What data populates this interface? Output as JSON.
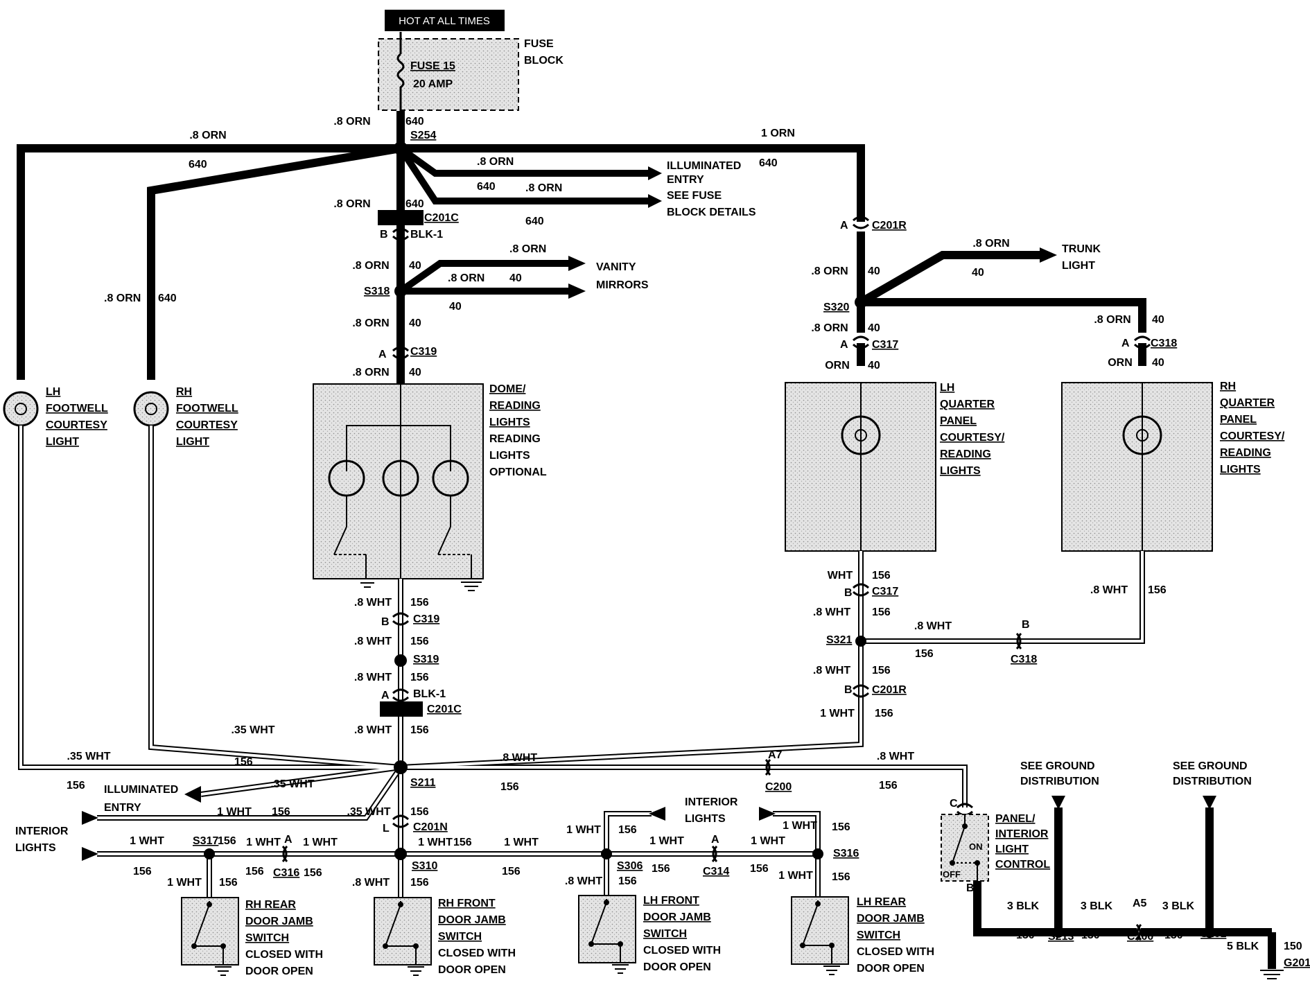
{
  "top": {
    "hot_label": "HOT AT ALL TIMES",
    "fuse_name": "FUSE 15",
    "fuse_rating": "20 AMP",
    "fuse_block": [
      "FUSE",
      "BLOCK"
    ]
  },
  "splices": {
    "s254": "S254",
    "s318": "S318",
    "s320": "S320",
    "s321": "S321",
    "s319": "S319",
    "s211": "S211",
    "s310": "S310",
    "s306": "S306",
    "s316": "S316",
    "s317": "S317",
    "s213": "S213",
    "s201": "S201"
  },
  "connectors": {
    "c201c": "C201C",
    "c201r": "C201R",
    "c319": "C319",
    "c317": "C317",
    "c318": "C318",
    "c201n": "C201N",
    "c200": "C200",
    "c316": "C316",
    "c314": "C314",
    "g201": "G201"
  },
  "pins": {
    "a": "A",
    "b": "B",
    "c": "C",
    "l": "L",
    "a7": "A7",
    "a5": "A5"
  },
  "wires": {
    "orn08": ".8 ORN",
    "orn1": "1 ORN",
    "orn": "ORN",
    "c640": "640",
    "c40": "40",
    "blk1": "BLK-1",
    "wht08": ".8 WHT",
    "wht035": ".35 WHT",
    "wht1": "1 WHT",
    "wht": "WHT",
    "c156": "156",
    "blk3": "3 BLK",
    "blk5": "5 BLK",
    "c150": "150"
  },
  "destinations": {
    "illum_entry": [
      "ILLUMINATED",
      "ENTRY"
    ],
    "see_fuse": [
      "SEE FUSE",
      "BLOCK DETAILS"
    ],
    "vanity": [
      "VANITY",
      "MIRRORS"
    ],
    "trunk": [
      "TRUNK",
      "LIGHT"
    ],
    "interior_lights": [
      "INTERIOR",
      "LIGHTS"
    ],
    "ground_dist": [
      "SEE GROUND",
      "DISTRIBUTION"
    ]
  },
  "components": {
    "lh_footwell": [
      "LH",
      "FOOTWELL",
      "COURTESY",
      "LIGHT"
    ],
    "rh_footwell": [
      "RH",
      "FOOTWELL",
      "COURTESY",
      "LIGHT"
    ],
    "dome": [
      "DOME/",
      "READING",
      "LIGHTS",
      "READING",
      "LIGHTS",
      "OPTIONAL"
    ],
    "lh_quarter": [
      "LH",
      "QUARTER",
      "PANEL",
      "COURTESY/",
      "READING",
      "LIGHTS"
    ],
    "rh_quarter": [
      "RH",
      "QUARTER",
      "PANEL",
      "COURTESY/",
      "READING",
      "LIGHTS"
    ],
    "panel_control": [
      "PANEL/",
      "INTERIOR",
      "LIGHT",
      "CONTROL"
    ],
    "switch_on": "ON",
    "switch_off": "OFF",
    "rh_rear": [
      "RH REAR",
      "DOOR JAMB",
      "SWITCH",
      "CLOSED WITH",
      "DOOR OPEN"
    ],
    "rh_front": [
      "RH FRONT",
      "DOOR JAMB",
      "SWITCH",
      "CLOSED WITH",
      "DOOR OPEN"
    ],
    "lh_front": [
      "LH FRONT",
      "DOOR JAMB",
      "SWITCH",
      "CLOSED WITH",
      "DOOR OPEN"
    ],
    "lh_rear": [
      "LH REAR",
      "DOOR JAMB",
      "SWITCH",
      "CLOSED WITH",
      "DOOR OPEN"
    ]
  }
}
